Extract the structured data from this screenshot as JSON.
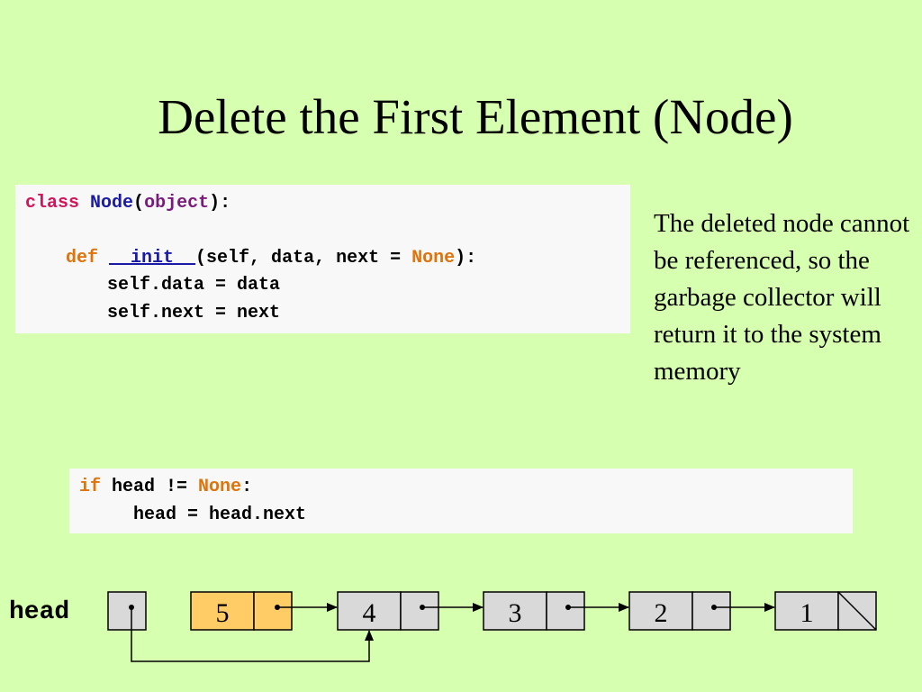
{
  "title": "Delete the First Element (Node)",
  "code1": {
    "line1": {
      "kw": "class",
      "name": "Node",
      "open": "(",
      "base": "object",
      "close": "):"
    },
    "line2": {
      "kw": "def",
      "name": "__init__",
      "params": "(self, data, next = ",
      "none": "None",
      "close": "):"
    },
    "line3": "self.data = data",
    "line4": "self.next = next"
  },
  "code2": {
    "line1": {
      "kw": "if",
      "mid": " head != ",
      "none": "None",
      "colon": ":"
    },
    "line2": "head = head.next"
  },
  "note": "The deleted node cannot be referenced, so the garbage collector will return it to the system memory",
  "diagram": {
    "head_label": "head",
    "nodes": [
      {
        "value": "5",
        "deleted": true
      },
      {
        "value": "4",
        "deleted": false
      },
      {
        "value": "3",
        "deleted": false
      },
      {
        "value": "2",
        "deleted": false
      },
      {
        "value": "1",
        "deleted": false
      }
    ],
    "colors": {
      "deleted_fill": "#ffcc66",
      "node_fill": "#d9d9d9",
      "background": "#d6ffb0"
    }
  }
}
